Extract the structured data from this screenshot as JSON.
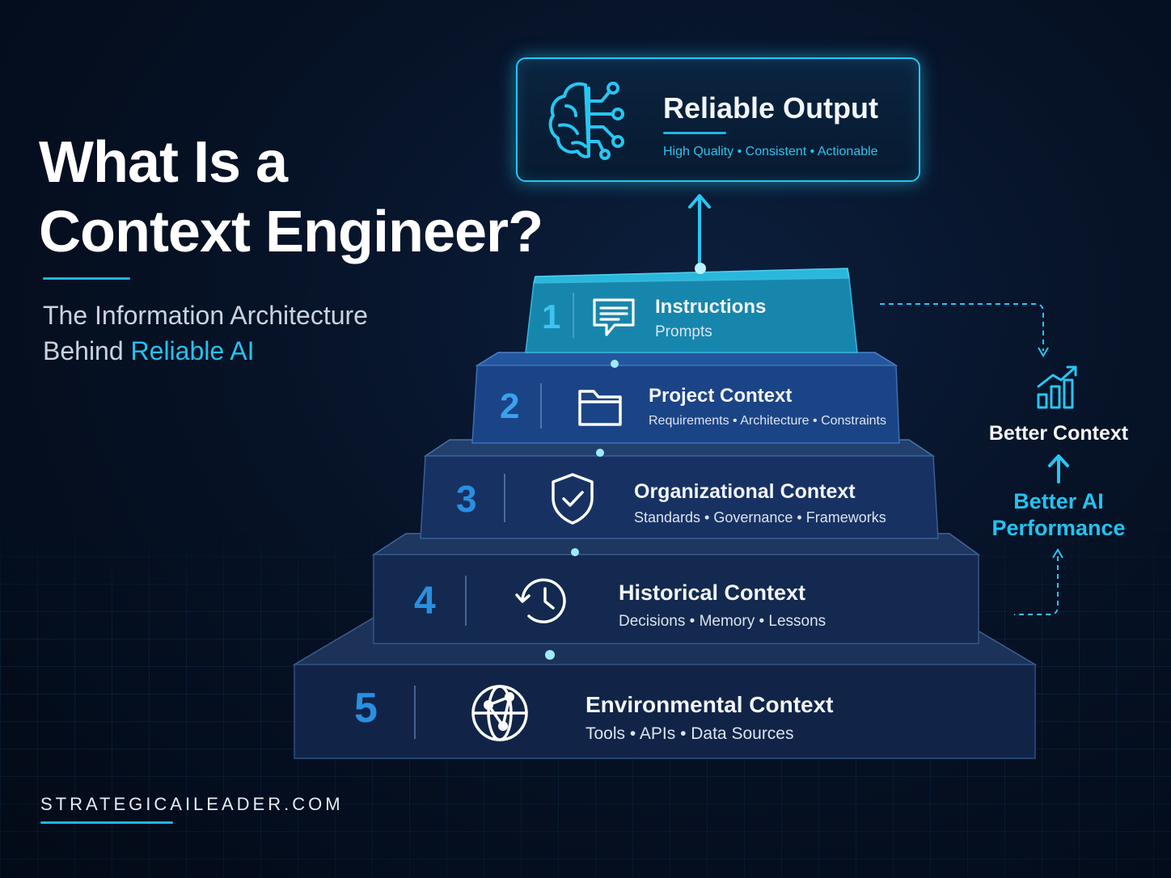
{
  "heading": {
    "line1": "What Is a",
    "line2": "Context Engineer?"
  },
  "subheading": {
    "line1": "The Information Architecture",
    "line2_prefix": "Behind ",
    "line2_highlight": "Reliable AI"
  },
  "website": "STRATEGICAILEADER.COM",
  "output": {
    "title": "Reliable Output",
    "subtitle": "High Quality • Consistent • Actionable",
    "icon": "brain-circuit-icon"
  },
  "layers": [
    {
      "number": "1",
      "title": "Instructions",
      "subtitle": "Prompts",
      "icon": "chat-bubble-icon"
    },
    {
      "number": "2",
      "title": "Project Context",
      "subtitle": "Requirements • Architecture • Constraints",
      "icon": "folder-icon"
    },
    {
      "number": "3",
      "title": "Organizational Context",
      "subtitle": "Standards • Governance • Frameworks",
      "icon": "shield-check-icon"
    },
    {
      "number": "4",
      "title": "Historical Context",
      "subtitle": "Decisions • Memory • Lessons",
      "icon": "history-clock-icon"
    },
    {
      "number": "5",
      "title": "Environmental Context",
      "subtitle": "Tools • APIs • Data Sources",
      "icon": "network-globe-icon"
    }
  ],
  "side_note": {
    "top": "Better Context",
    "bottom_line1": "Better AI",
    "bottom_line2": "Performance",
    "icon": "bar-chart-growth-icon"
  },
  "colors": {
    "accent": "#22c3f0",
    "background": "#061226",
    "layer1_top": "#1c8fb3",
    "layer_number": "#2a8fe0"
  }
}
